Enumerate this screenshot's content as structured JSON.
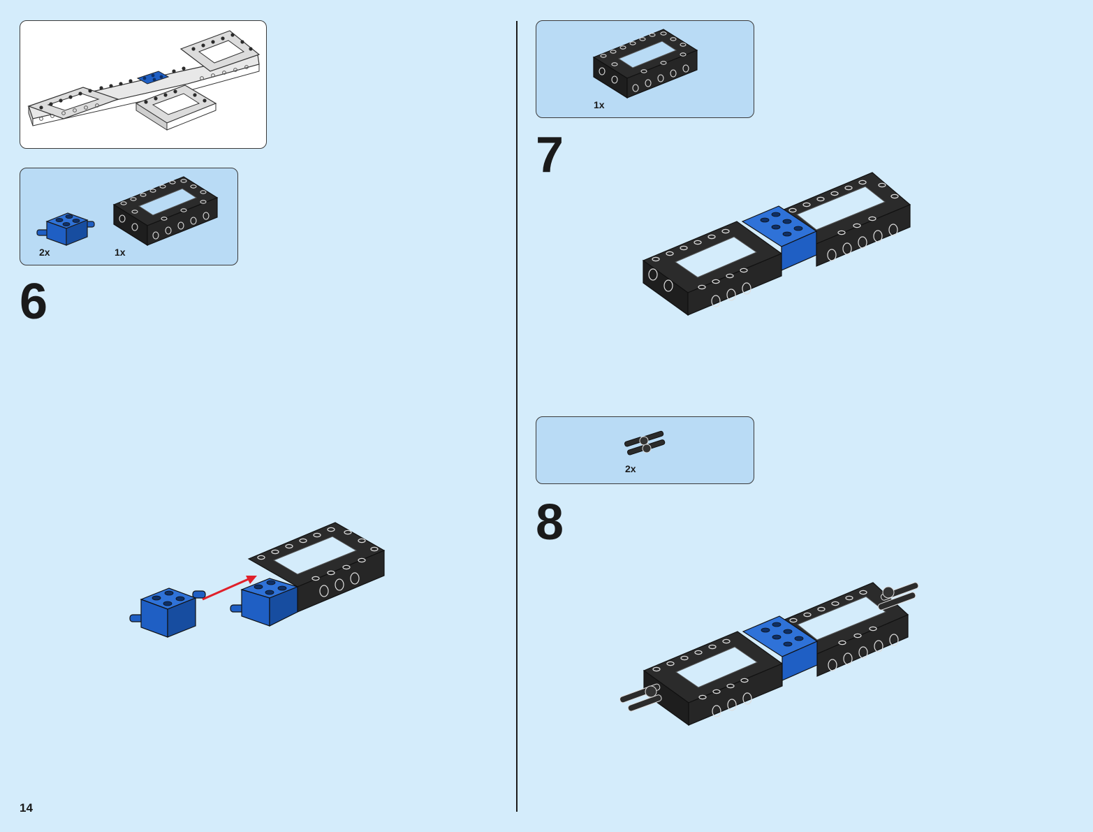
{
  "page": {
    "number": "14"
  },
  "overview": {
    "description_label": ""
  },
  "step6": {
    "number": "6",
    "parts": [
      {
        "qty": "2x",
        "icon": "blue-pin-brick-icon"
      },
      {
        "qty": "1x",
        "icon": "black-frame-icon"
      }
    ]
  },
  "step7": {
    "number": "7",
    "parts": [
      {
        "qty": "1x",
        "icon": "black-frame-icon"
      }
    ]
  },
  "step8": {
    "number": "8",
    "parts": [
      {
        "qty": "2x",
        "icon": "axle-connector-icon"
      }
    ]
  },
  "colors": {
    "background": "#d4ecfb",
    "parts_box": "#b9dbf5",
    "brick_black": "#2b2b2b",
    "brick_blue": "#1f5fc4",
    "arrow_red": "#e0202a"
  }
}
